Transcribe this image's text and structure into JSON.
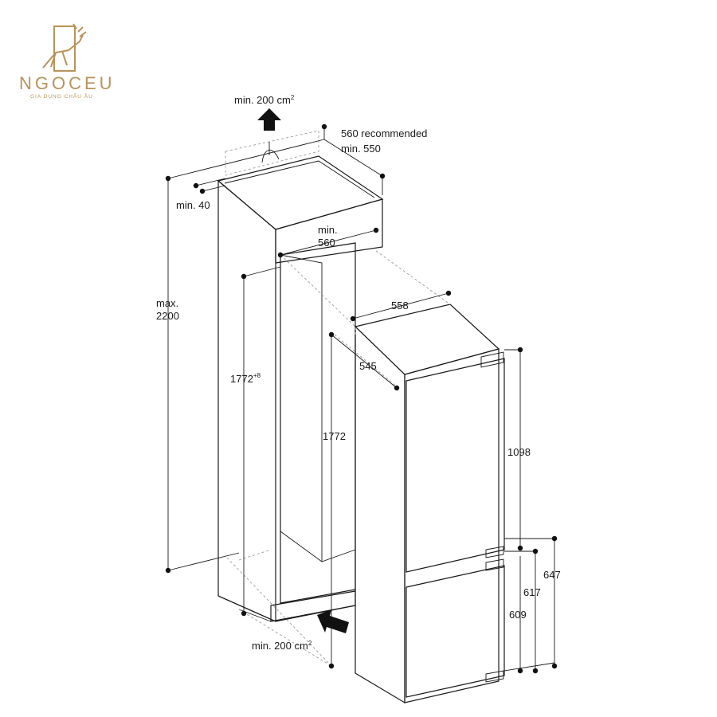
{
  "brand": {
    "name": "NGOCEU",
    "tagline": "GIA DỤNG CHÂU ÂU",
    "color": "#B8935A"
  },
  "ventilation": {
    "top": {
      "prefix": "min. 200 cm",
      "sup": "2"
    },
    "bottom": {
      "prefix": "min. 200 cm",
      "sup": "2"
    }
  },
  "niche": {
    "depth_recommended": "560 recommended",
    "depth_min": "min. 550",
    "top_gap": "min. 40",
    "height_max_line1": "max.",
    "height_max_line2": "2200",
    "width_min_line1": "min.",
    "width_min_line2": "560",
    "height_base": "1772",
    "height_tolerance": "+8"
  },
  "appliance": {
    "width": "558",
    "depth": "545",
    "height": "1772",
    "upper_door": "1098",
    "lower_647": "647",
    "lower_617": "617",
    "lower_609": "609"
  },
  "colors": {
    "line": "#1a1a1a",
    "dashed": "#9a9a9a",
    "shade": "#f2f2f2"
  }
}
